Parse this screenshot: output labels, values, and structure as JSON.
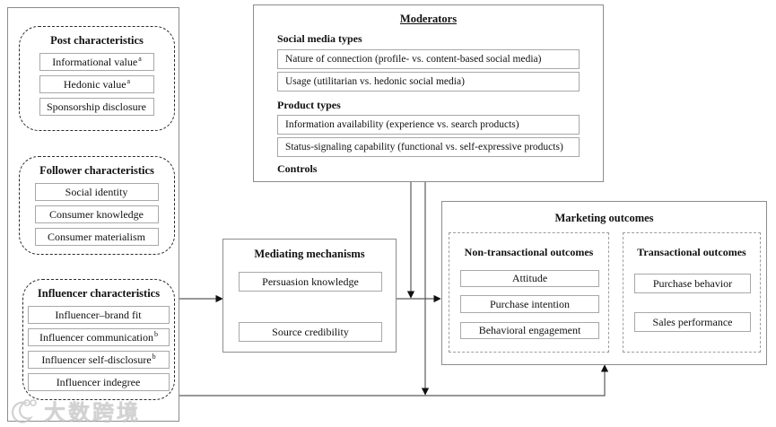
{
  "colors": {
    "box_border": "#8c8c8c",
    "item_border": "#a8a8a8",
    "dashed_section_border": "#2b2b2b",
    "connector": "#5a5a5a",
    "watermark_gray": "#c3c3c3"
  },
  "left_panel": {
    "sections": [
      {
        "title": "Post characteristics",
        "items": [
          {
            "label": "Informational value",
            "sup": "a"
          },
          {
            "label": "Hedonic value",
            "sup": "a"
          },
          {
            "label": "Sponsorship disclosure",
            "sup": ""
          }
        ]
      },
      {
        "title": "Follower characteristics",
        "items": [
          {
            "label": "Social identity",
            "sup": ""
          },
          {
            "label": "Consumer knowledge",
            "sup": ""
          },
          {
            "label": "Consumer materialism",
            "sup": ""
          }
        ]
      },
      {
        "title": "Influencer characteristics",
        "items": [
          {
            "label": "Influencer–brand fit",
            "sup": ""
          },
          {
            "label": "Influencer communication",
            "sup": "b"
          },
          {
            "label": "Influencer self-disclosure",
            "sup": "b"
          },
          {
            "label": "Influencer indegree",
            "sup": ""
          }
        ]
      }
    ]
  },
  "moderators": {
    "title": "Moderators",
    "subsections": [
      {
        "heading": "Social media types",
        "items": [
          "Nature of connection (profile- vs. content-based social media)",
          "Usage (utilitarian vs. hedonic social media)"
        ]
      },
      {
        "heading": "Product types",
        "items": [
          "Information availability (experience vs. search products)",
          "Status-signaling capability (functional vs. self-expressive products)"
        ]
      },
      {
        "heading": "Controls",
        "items": []
      }
    ]
  },
  "mediating": {
    "title": "Mediating mechanisms",
    "items": [
      "Persuasion knowledge",
      "Source credibility"
    ]
  },
  "outcomes": {
    "title": "Marketing outcomes",
    "non_transactional": {
      "title": "Non-transactional outcomes",
      "items": [
        "Attitude",
        "Purchase intention",
        "Behavioral engagement"
      ]
    },
    "transactional": {
      "title": "Transactional outcomes",
      "items": [
        "Purchase behavior",
        "Sales performance"
      ]
    }
  },
  "watermark": {
    "brand": "大数跨境"
  }
}
